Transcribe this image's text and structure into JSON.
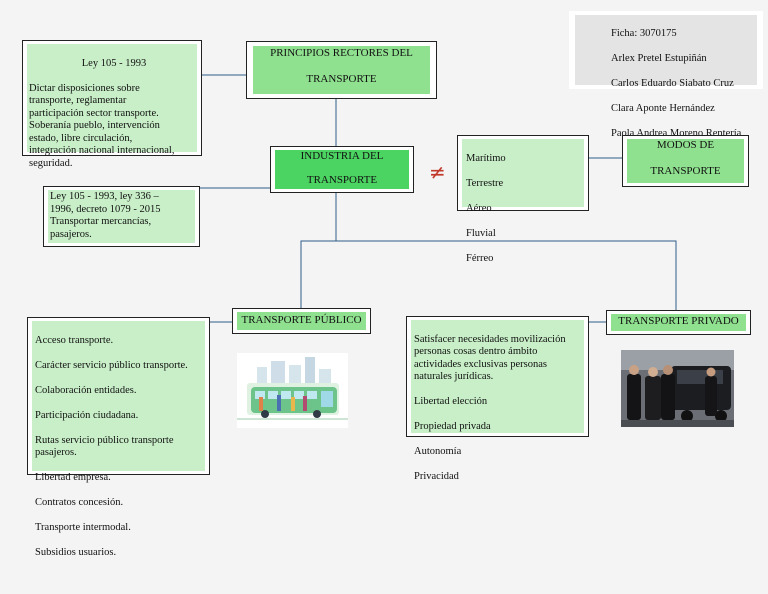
{
  "credits": {
    "lines": [
      "Ficha: 3070175",
      "Arlex Pretel Estupiñán",
      "Carlos Eduardo Siabato Cruz",
      "Clara Aponte Hernández",
      "Paola Andrea Moreno Rentería"
    ]
  },
  "principios": {
    "title": "PRINCIPIOS RECTORES DEL\nTRANSPORTE"
  },
  "ley105": {
    "heading": "Ley 105 - 1993",
    "body": "Dictar disposiciones sobre\ntransporte, reglamentar\nparticipación sector transporte.\nSoberanía pueblo, intervención\nestado, libre circulación,\nintegración nacional internacional,\nseguridad."
  },
  "industria": {
    "title": "INDUSTRIA DEL\nTRANSPORTE"
  },
  "leyes": {
    "body": "Ley 105 - 1993, ley 336 –\n1996, decreto 1079 - 2015\nTransportar mercancías,\npasajeros."
  },
  "not_equal": "≠",
  "modos_list": {
    "items": [
      "Marítimo",
      "Terrestre",
      "Aéreo",
      "Fluvial",
      "Férreo"
    ]
  },
  "modos": {
    "title": "MODOS DE\nTRANSPORTE"
  },
  "publico": {
    "title": "TRANSPORTE PÚBLICO",
    "items": [
      "Acceso transporte.",
      "Carácter servicio público transporte.",
      "Colaboración entidades.",
      "Participación ciudadana.",
      "Rutas servicio público transporte pasajeros.",
      "Libertad empresa.",
      "Contratos concesión.",
      "Transporte intermodal.",
      "Subsidios usuarios."
    ]
  },
  "privado": {
    "title": "TRANSPORTE PRIVADO",
    "items": [
      "Satisfacer necesidades movilización personas cosas dentro ámbito actividades exclusivas personas naturales jurídicas.",
      "Libertad elección",
      "Propiedad privada",
      "Autonomía",
      "Privacidad"
    ]
  },
  "colors": {
    "light_green": "#c8efc8",
    "mid_green": "#8fe08f",
    "dark_green": "#4cd462",
    "line_blue": "#2e5c8a"
  }
}
